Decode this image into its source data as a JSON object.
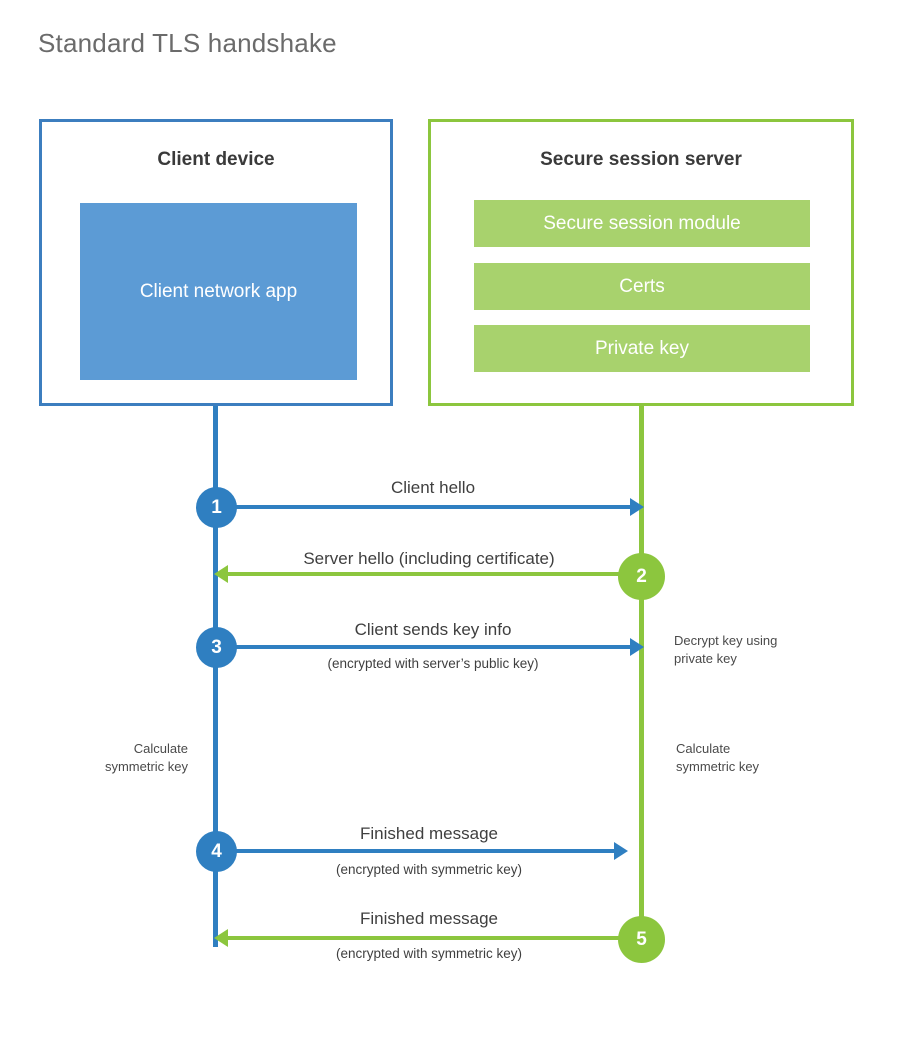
{
  "title": "Standard TLS handshake",
  "client": {
    "title": "Client device",
    "app_label": "Client network app"
  },
  "server": {
    "title": "Secure session server",
    "components": [
      {
        "label": "Secure session module"
      },
      {
        "label": "Certs"
      },
      {
        "label": "Private key"
      }
    ]
  },
  "steps": [
    {
      "number": "1",
      "label": "Client hello",
      "sublabel": "",
      "direction": "client-to-server",
      "color": "#2f7fc1"
    },
    {
      "number": "2",
      "label": "Server hello (including certificate)",
      "sublabel": "",
      "direction": "server-to-client",
      "color": "#8cc63e"
    },
    {
      "number": "3",
      "label": "Client sends key info",
      "sublabel": "(encrypted with server’s public key)",
      "direction": "client-to-server",
      "color": "#2f7fc1"
    },
    {
      "number": "4",
      "label": "Finished message",
      "sublabel": "(encrypted with symmetric key)",
      "direction": "client-to-server",
      "color": "#2f7fc1"
    },
    {
      "number": "5",
      "label": "Finished message",
      "sublabel": "(encrypted with symmetric key)",
      "direction": "server-to-client",
      "color": "#8cc63e"
    }
  ],
  "notes": {
    "decrypt_key": "Decrypt key using\nprivate key",
    "client_calculate": "Calculate\nsymmetric key",
    "server_calculate": "Calculate\nsymmetric key"
  },
  "colors": {
    "client_accent": "#2f7fc1",
    "client_box_border": "#3c7ebf",
    "client_app_fill": "#5c9bd5",
    "server_accent": "#8cc63e",
    "server_bar_fill": "#a8d26d",
    "title_text": "#6b6b6b",
    "body_text": "#3f3f3f",
    "background": "#ffffff"
  }
}
